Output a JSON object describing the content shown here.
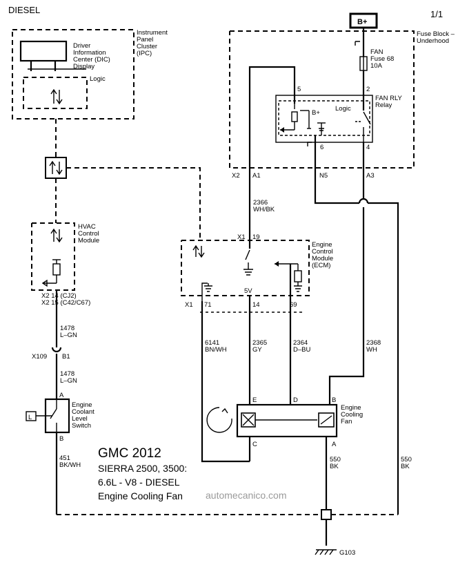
{
  "header": {
    "engine": "DIESEL",
    "page": "1/1"
  },
  "power": {
    "b_plus": "B+"
  },
  "fuse_block": {
    "title": [
      "Fuse Block –",
      "Underhood"
    ],
    "fuse": [
      "FAN",
      "Fuse 68",
      "10A"
    ],
    "relay": [
      "FAN RLY",
      "Relay"
    ],
    "relay_b_plus": "B+",
    "relay_logic": "Logic",
    "pins": {
      "p5": "5",
      "p2": "2",
      "p6": "6",
      "p4": "4"
    },
    "connectors": {
      "x2": "X2",
      "a1": "A1",
      "n5": "N5",
      "a3": "A3"
    }
  },
  "ipc": {
    "title": [
      "Instrument",
      "Panel",
      "Cluster",
      "(IPC)"
    ],
    "dic": [
      "Driver",
      "Information",
      "Center (DIC)",
      "Display"
    ],
    "logic": "Logic"
  },
  "hvac": {
    "title": [
      "HVAC",
      "Control",
      "Module"
    ],
    "conn1": "X2   14 (CJ2)",
    "conn2": "X2   15 (C42/C67)"
  },
  "ecm": {
    "title": [
      "Engine",
      "Control",
      "Module",
      "(ECM)"
    ],
    "x1_top": "X1",
    "pin19": "19",
    "five_v": "5V",
    "x1_bottom": "X1",
    "pin71": "71",
    "pin14": "14",
    "pin69": "69"
  },
  "wires": {
    "w2366": [
      "2366",
      "WH/BK"
    ],
    "w1478a": [
      "1478",
      "L–GN"
    ],
    "w1478b": [
      "1478",
      "L–GN"
    ],
    "w6141": [
      "6141",
      "BN/WH"
    ],
    "w2365": [
      "2365",
      "GY"
    ],
    "w2364": [
      "2364",
      "D–BU"
    ],
    "w2368": [
      "2368",
      "WH"
    ],
    "w451": [
      "451",
      "BK/WH"
    ],
    "w550a": [
      "550",
      "BK"
    ],
    "w550b": [
      "550",
      "BK"
    ]
  },
  "x109": {
    "label": "X109",
    "pin": "B1"
  },
  "coolant_switch": {
    "title": [
      "Engine",
      "Coolant",
      "Level",
      "Switch"
    ],
    "pin_a": "A",
    "pin_b": "B",
    "symbol": "L"
  },
  "cooling_fan": {
    "title": [
      "Engine",
      "Cooling",
      "Fan"
    ],
    "pin_e": "E",
    "pin_d": "D",
    "pin_b": "B",
    "pin_c": "C",
    "pin_a": "A"
  },
  "ground": {
    "label": "G103"
  },
  "caption": {
    "make": "GMC 2012",
    "model": "SIERRA 2500, 3500:",
    "engine": "6.6L - V8 - DIESEL",
    "system": "Engine Cooling Fan"
  },
  "watermark": "automecanico.com"
}
